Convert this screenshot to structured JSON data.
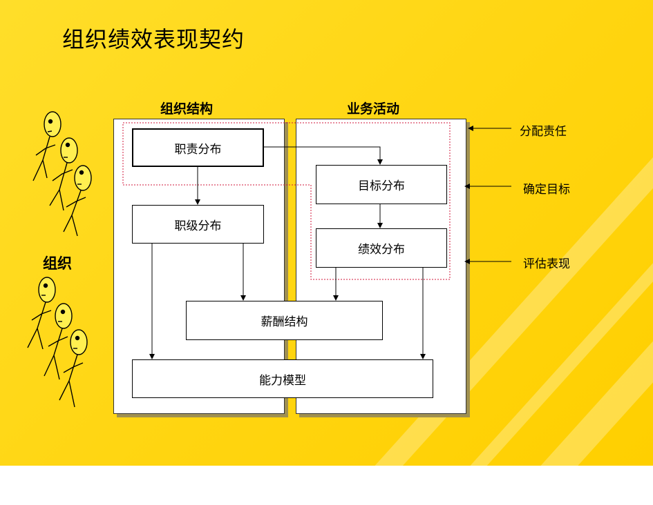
{
  "title": "组织绩效表现契约",
  "columns": {
    "left": "组织结构",
    "right": "业务活动"
  },
  "boxes": {
    "duties": "职责分布",
    "grades": "职级分布",
    "targets": "目标分布",
    "performance": "绩效分布",
    "pay": "薪酬结构",
    "competency": "能力模型"
  },
  "side_labels": {
    "assign": "分配责任",
    "goals": "确定目标",
    "evaluate": "评估表现"
  },
  "org_label": "组织",
  "colors": {
    "background": "#ffd510",
    "dotted_outline": "#d2143a",
    "line": "#000000"
  }
}
